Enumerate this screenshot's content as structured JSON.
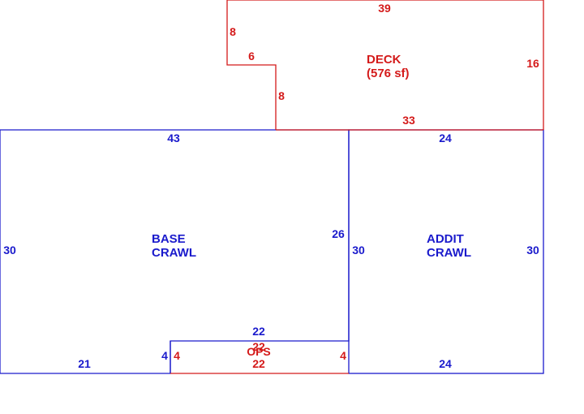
{
  "colors": {
    "blue": "#1a1acc",
    "red": "#d41a1a",
    "background": "#ffffff"
  },
  "deck": {
    "label_line1": "DECK",
    "label_line2": "(576 sf)",
    "dim_top": "39",
    "dim_left_upper": "8",
    "dim_step": "6",
    "dim_left_lower": "8",
    "dim_bottom": "33",
    "dim_right": "16"
  },
  "base": {
    "label_line1": "BASE",
    "label_line2": "CRAWL",
    "dim_top": "43",
    "dim_left": "30",
    "dim_right": "26",
    "dim_bottom": "21",
    "dim_notch_left": "4"
  },
  "addit": {
    "label_line1": "ADDIT",
    "label_line2": "CRAWL",
    "dim_top": "24",
    "dim_left": "30",
    "dim_right": "30",
    "dim_bottom": "24"
  },
  "ops": {
    "label": "OPS",
    "overlap_text": "22",
    "dim_top_blue": "22",
    "dim_left": "4",
    "dim_right": "4",
    "dim_bottom": "22"
  }
}
